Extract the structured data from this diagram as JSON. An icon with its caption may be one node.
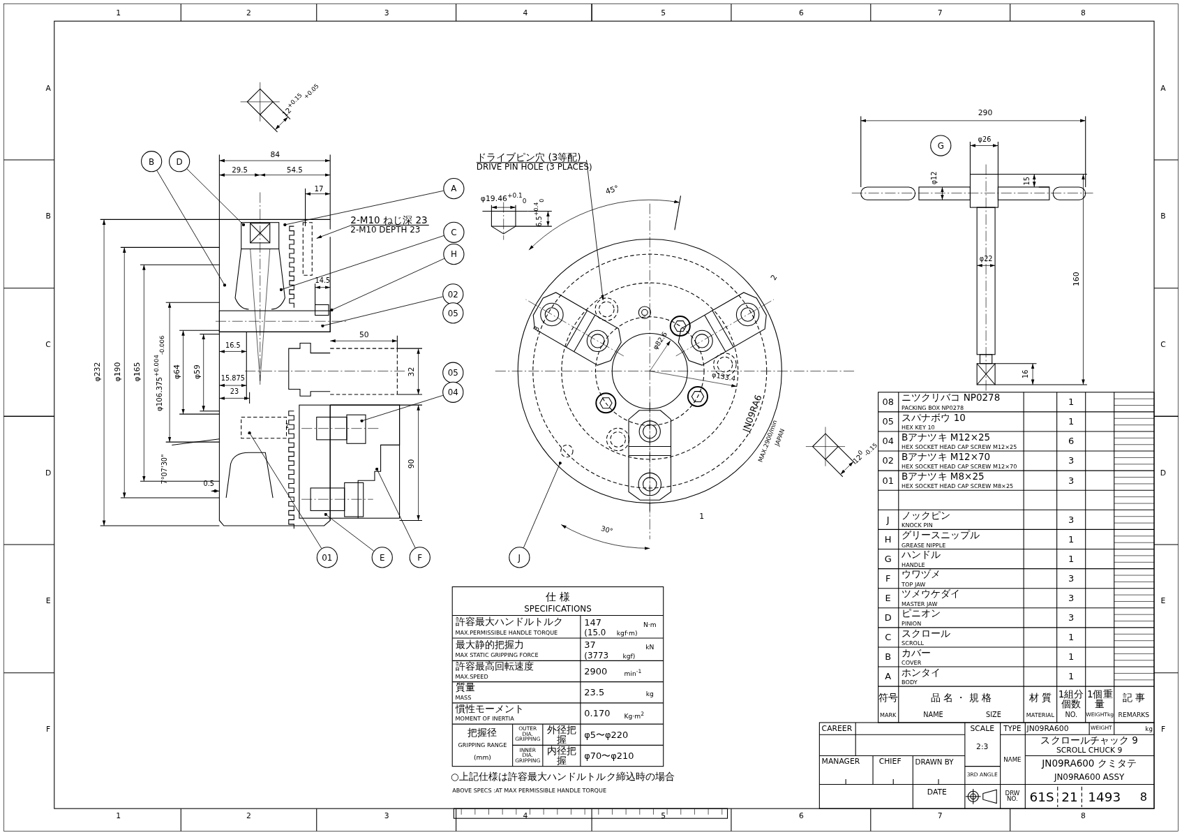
{
  "diagram": {
    "nodes": [
      {
        "text": [
          "B"
        ]
      },
      {
        "text": [
          "D"
        ]
      },
      {
        "text": [
          "A"
        ]
      },
      {
        "text": [
          "C"
        ]
      },
      {
        "text": [
          "H"
        ]
      },
      {
        "text": [
          "02"
        ]
      },
      {
        "text": [
          "05"
        ]
      },
      {
        "text": [
          "05"
        ]
      },
      {
        "text": [
          "04"
        ]
      },
      {
        "text": [
          "01"
        ]
      },
      {
        "text": [
          "E"
        ]
      },
      {
        "text": [
          "F"
        ]
      },
      {
        "text": [
          "J"
        ]
      },
      {
        "text": [
          "G"
        ]
      },
      {
        "text": [
          "2-M10 ねじ深 23",
          "2-M10 DEPTH 23"
        ]
      },
      {
        "text": [
          "ドライブピン穴 (3等配)",
          "DRIVE PIN HOLE (3 PLACES)"
        ]
      }
    ],
    "edges": [
      {
        "from": 0,
        "to": null,
        "arrow": "other"
      },
      {
        "from": 1,
        "to": null,
        "arrow": "other"
      },
      {
        "from": 2,
        "to": null,
        "arrow": "other"
      },
      {
        "from": 3,
        "to": null,
        "arrow": "other"
      },
      {
        "from": 4,
        "to": null,
        "arrow": "other"
      },
      {
        "from": 5,
        "to": null,
        "arrow": "other"
      },
      {
        "from": 8,
        "to": null,
        "arrow": "other"
      },
      {
        "from": 9,
        "to": null,
        "arrow": "other"
      },
      {
        "from": 10,
        "to": null,
        "arrow": "other"
      },
      {
        "from": 11,
        "to": null,
        "arrow": "other"
      },
      {
        "from": 12,
        "to": null,
        "arrow": "other"
      },
      {
        "from": 14,
        "to": null,
        "arrow": "to"
      },
      {
        "from": 15,
        "to": null,
        "arrow": "to"
      }
    ],
    "labels": [
      "1",
      "2",
      "3",
      "4",
      "5",
      "6",
      "7",
      "8",
      "A",
      "B",
      "C",
      "D",
      "E",
      "F",
      "A",
      "B",
      "C",
      "D",
      "E",
      "F",
      "1",
      "2",
      "3",
      "4",
      "5",
      "6",
      "7",
      "8",
      "12$^{+0.15}$$_{+0.05}$",
      "84",
      "29.5",
      "54.5",
      "17",
      "14.5",
      "50",
      "32",
      "90",
      "φ232",
      "φ190",
      "φ165",
      "φ106.375$^{+0.004}$$_{-0.006}$",
      "φ64",
      "φ59",
      "16.5",
      "15.875",
      "23",
      "7°07'30\"",
      "0.5",
      "1",
      "φ19.46$^{+0.1}$$_{0}$",
      "6.5$^{+0.4}$$_{0}$",
      "45°",
      "φ82.6",
      "φ133.4",
      "30°",
      "3",
      "2",
      "1",
      "JN09RA6",
      "MAX.2900/min",
      "JAPAN",
      "290",
      "φ26",
      "φ12",
      "15",
      "φ22",
      "160",
      "16",
      "12$^{0}$$_{-0.15}$",
      "08",
      "ニツクリバコ NP0278",
      "PACKING BOX NP0278",
      "1",
      "05",
      "スパナボウ 10",
      "HEX KEY 10",
      "1",
      "04",
      "Bアナツキ M12×25",
      "HEX SOCKET HEAD CAP SCREW M12×25",
      "6",
      "02",
      "Bアナツキ M12×70",
      "HEX SOCKET HEAD CAP SCREW M12×70",
      "3",
      "01",
      "Bアナツキ M8×25",
      "HEX SOCKET HEAD CAP SCREW M8×25",
      "3",
      "J",
      "ノックピン",
      "KNOCK PIN",
      "3",
      "H",
      "グリースニップル",
      "GREASE NIPPLE",
      "1",
      "G",
      "ハンドル",
      "HANDLE",
      "1",
      "F",
      "ウワヅメ",
      "TOP JAW",
      "3",
      "E",
      "ツメウケダイ",
      "MASTER JAW",
      "3",
      "D",
      "ピニオン",
      "PINION",
      "3",
      "C",
      "スクロール",
      "SCROLL",
      "1",
      "B",
      "カバー",
      "COVER",
      "1",
      "A",
      "ホンタイ",
      "BODY",
      "1",
      "符号",
      "MARK",
      "品 名 ・ 規 格",
      "NAME",
      "SIZE",
      "材 質",
      "MATERIAL",
      "1組分個数",
      "NO.",
      "1個重量",
      "WEIGHTkg",
      "記 事",
      "REMARKS",
      "仕 様",
      "SPECIFICATIONS",
      "許容最大ハンドルトルク",
      "MAX.PERMISSIBLE HANDLE TORQUE",
      "147",
      "N·m",
      "(15.0",
      "kgf·m)",
      "最大静的把握力",
      "MAX STATIC GRIPPING FORCE",
      "37",
      "kN",
      "(3773",
      "kgf)",
      "許容最高回転速度",
      "MAX.SPEED",
      "2900",
      "min$^{-1}$",
      "質量",
      "MASS",
      "23.5",
      "kg",
      "慣性モーメント",
      "MOMENT OF INERTIA",
      "0.170",
      "Kg·m$^{2}$",
      "把握径",
      "GRIPPING RANGE",
      "(mm)",
      "OUTER DIA. GRIPPING",
      "外径把握",
      "φ5〜φ220",
      "INNER DIA. GRIPPING",
      "内径把握",
      "φ70〜φ210",
      "○上記仕様は許容最大ハンドルトルク締込時の場合",
      "ABOVE SPECS :AT MAX PERMISSIBLE HANDLE TORQUE",
      "CAREER",
      "MANAGER",
      "CHIEF",
      "DRAWN BY",
      "DATE",
      "SCALE",
      "2:3",
      "3RD ANGLE",
      "TYPE",
      "JN09RA600",
      "WEIGHT",
      "kg",
      "NAME",
      "スクロールチャック 9",
      "SCROLL CHUCK 9",
      "JN09RA600 クミタテ",
      "JN09RA600 ASSY",
      "DRW NO.",
      "61S",
      "21",
      "1493",
      "8"
    ]
  }
}
